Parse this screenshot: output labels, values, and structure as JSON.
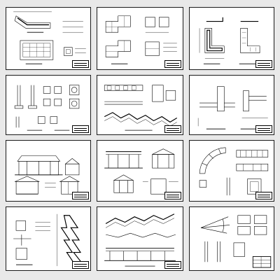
{
  "sheets": [
    {
      "id": 1,
      "subject": "site-plan-and-floor-plan"
    },
    {
      "id": 2,
      "subject": "pavilion-plans-and-details"
    },
    {
      "id": 3,
      "subject": "l-shaped-corridor-plans"
    },
    {
      "id": 4,
      "subject": "column-and-footing-details"
    },
    {
      "id": 5,
      "subject": "zigzag-corridor-plan-and-sections"
    },
    {
      "id": 6,
      "subject": "frame-plans-and-details"
    },
    {
      "id": 7,
      "subject": "pavilion-elevations-and-section"
    },
    {
      "id": 8,
      "subject": "corridor-elevations-and-sections"
    },
    {
      "id": 9,
      "subject": "curved-pergola-plan-and-details"
    },
    {
      "id": 10,
      "subject": "stepped-corridor-plan"
    },
    {
      "id": 11,
      "subject": "zigzag-roof-plan-and-elevation"
    },
    {
      "id": 12,
      "subject": "fan-plan-and-title-block"
    }
  ],
  "colors": {
    "line": "#000000",
    "paper": "#ffffff",
    "background": "#e9e9e9"
  }
}
